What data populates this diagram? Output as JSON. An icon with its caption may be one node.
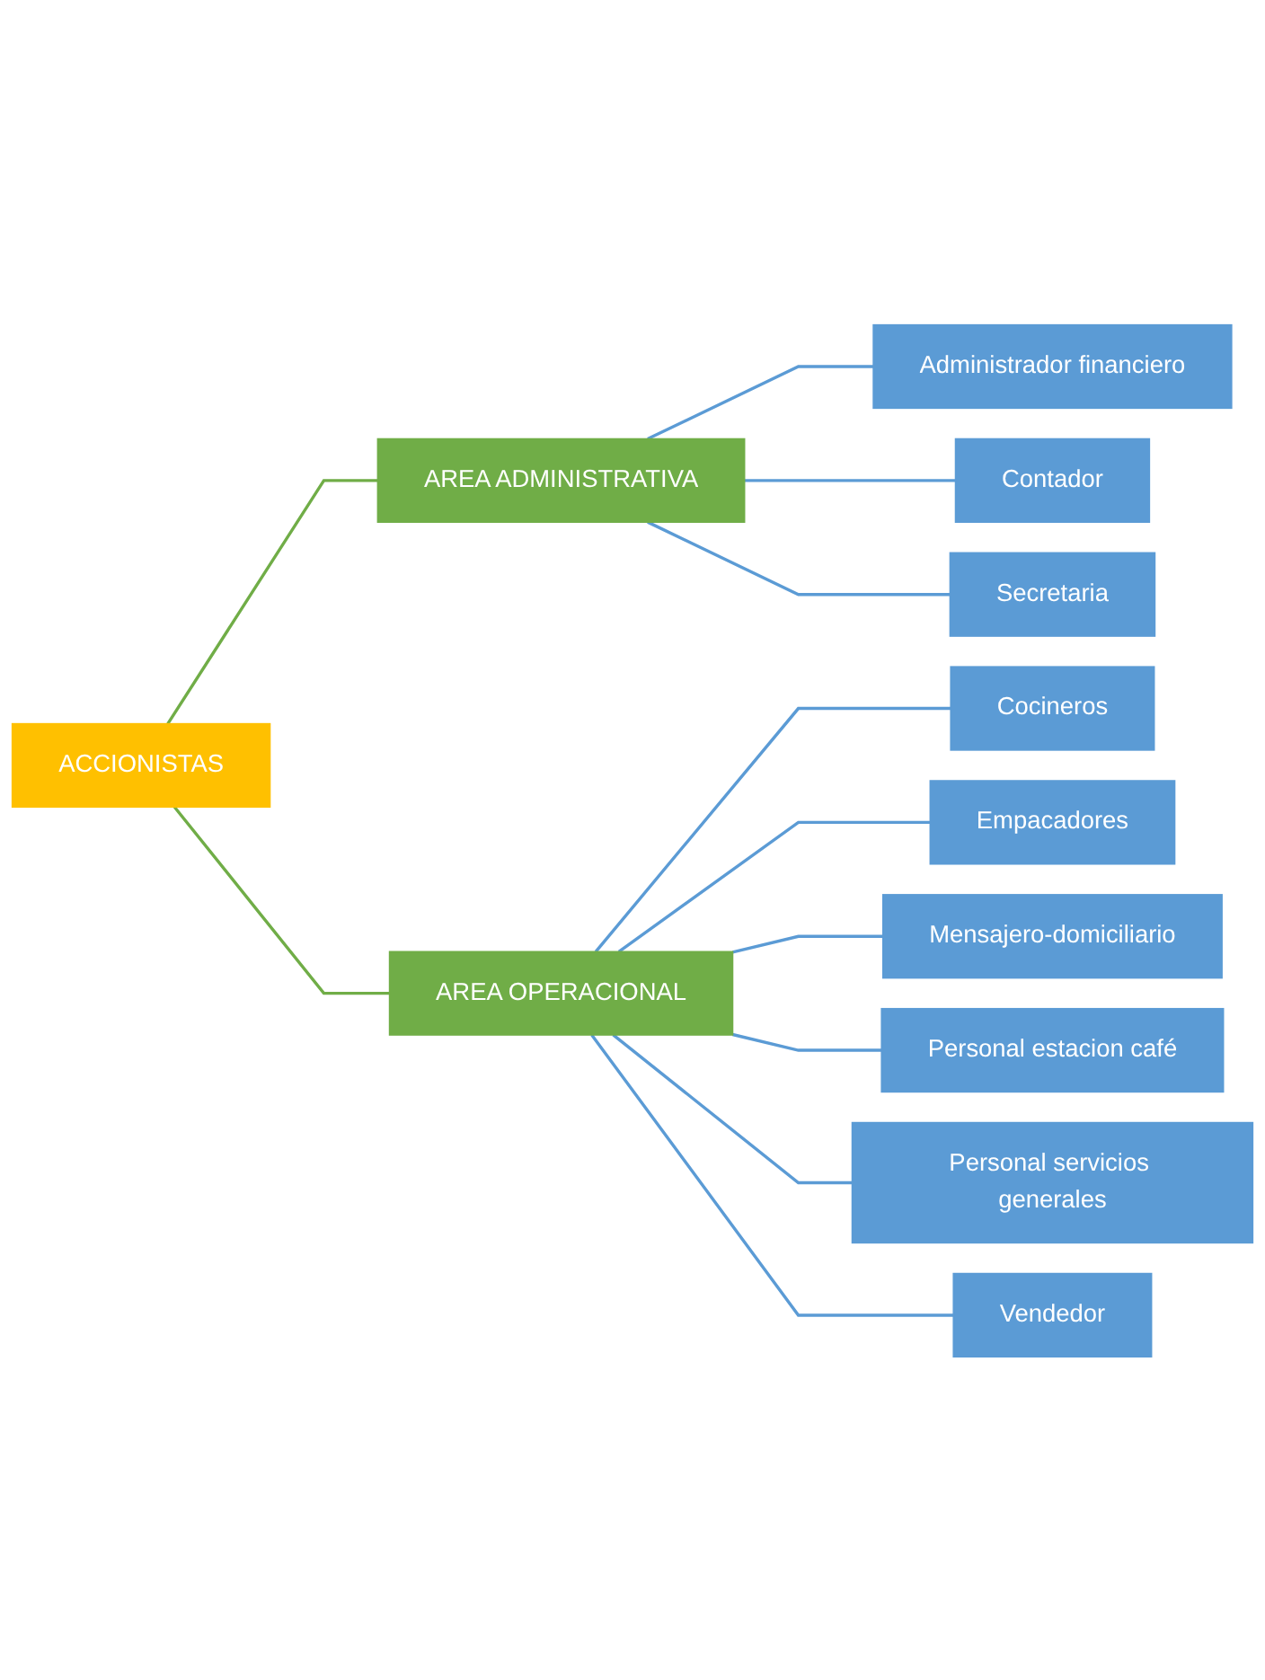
{
  "diagram": {
    "nodes": [
      {
        "text": [
          "ACCIONISTAS"
        ]
      },
      {
        "text": [
          "AREA ADMINISTRATIVA"
        ]
      },
      {
        "text": [
          "AREA OPERACIONAL"
        ]
      },
      {
        "text": [
          "Administrador financiero"
        ]
      },
      {
        "text": [
          "Contador"
        ]
      },
      {
        "text": [
          "Secretaria"
        ]
      },
      {
        "text": [
          "Cocineros"
        ]
      },
      {
        "text": [
          "Empacadores"
        ]
      },
      {
        "text": [
          "Mensajero-domiciliario"
        ]
      },
      {
        "text": [
          "Personal estacion café"
        ]
      },
      {
        "text": [
          "Personal servicios generales"
        ]
      },
      {
        "text": [
          "Vendedor"
        ]
      }
    ],
    "edges": [
      {
        "from": 0,
        "to": 1,
        "arrow": "none",
        "color": "#70ad47"
      },
      {
        "from": 0,
        "to": 2,
        "arrow": "none",
        "color": "#70ad47"
      },
      {
        "from": 1,
        "to": 3,
        "arrow": "none"
      },
      {
        "from": 1,
        "to": 4,
        "arrow": "none"
      },
      {
        "from": 1,
        "to": 5,
        "arrow": "none"
      },
      {
        "from": 2,
        "to": 6,
        "arrow": "none"
      },
      {
        "from": 2,
        "to": 7,
        "arrow": "none"
      },
      {
        "from": 2,
        "to": 8,
        "arrow": "none"
      },
      {
        "from": 2,
        "to": 9,
        "arrow": "none"
      },
      {
        "from": 2,
        "to": 10,
        "arrow": "none"
      },
      {
        "from": 2,
        "to": 11,
        "arrow": "none"
      }
    ]
  }
}
